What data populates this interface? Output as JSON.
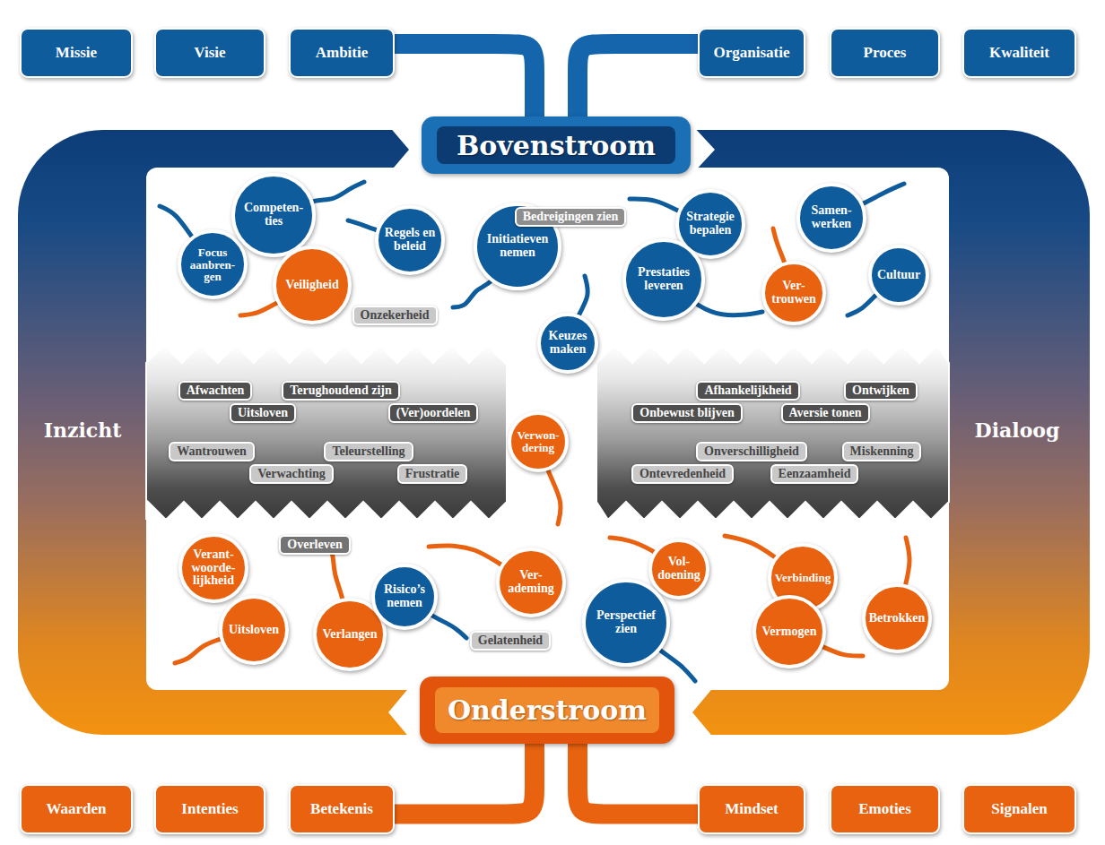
{
  "diagram": {
    "nodes": [
      {
        "text": [
          "Missie"
        ]
      },
      {
        "text": [
          "Visie"
        ]
      },
      {
        "text": [
          "Ambitie"
        ]
      },
      {
        "text": [
          "Organisatie"
        ]
      },
      {
        "text": [
          "Proces"
        ]
      },
      {
        "text": [
          "Kwaliteit"
        ]
      },
      {
        "text": [
          "Bovenstroom"
        ]
      },
      {
        "text": [
          "Inzicht",
          "Dialoog"
        ]
      },
      {
        "text": [
          "Focus aanbren- gen"
        ],
        "in": 7
      },
      {
        "text": [
          "Competen- ties"
        ],
        "in": 7
      },
      {
        "text": [
          "Veiligheid"
        ],
        "in": 7
      },
      {
        "text": [
          "Onzekerheid"
        ],
        "in": 7
      },
      {
        "text": [
          "Regels en beleid"
        ],
        "in": 7
      },
      {
        "text": [
          "Initiatieven nemen"
        ],
        "in": 7
      },
      {
        "text": [
          "Bedreigingen zien"
        ],
        "in": 7
      },
      {
        "text": [
          "Strategie bepalen"
        ],
        "in": 7
      },
      {
        "text": [
          "Prestaties leveren"
        ],
        "in": 7
      },
      {
        "text": [
          "Samen- werken"
        ],
        "in": 7
      },
      {
        "text": [
          "Ver- trouwen"
        ],
        "in": 7
      },
      {
        "text": [
          "Cultuur"
        ],
        "in": 7
      },
      {
        "text": [
          "Keuzes maken"
        ],
        "in": 7
      },
      {
        "text": [
          "Afwachten"
        ],
        "in": 7
      },
      {
        "text": [
          "Terughoudend zijn"
        ],
        "in": 7
      },
      {
        "text": [
          "Uitsloven"
        ],
        "in": 7
      },
      {
        "text": [
          "(Ver)oordelen"
        ],
        "in": 7
      },
      {
        "text": [
          "Wantrouwen"
        ],
        "in": 7
      },
      {
        "text": [
          "Teleurstelling"
        ],
        "in": 7
      },
      {
        "text": [
          "Verwachting"
        ],
        "in": 7
      },
      {
        "text": [
          "Frustratie"
        ],
        "in": 7
      },
      {
        "text": [
          "Afhankelijkheid"
        ],
        "in": 7
      },
      {
        "text": [
          "Ontwijken"
        ],
        "in": 7
      },
      {
        "text": [
          "Onbewust blijven"
        ],
        "in": 7
      },
      {
        "text": [
          "Aversie tonen"
        ],
        "in": 7
      },
      {
        "text": [
          "Onverschilligheid"
        ],
        "in": 7
      },
      {
        "text": [
          "Miskenning"
        ],
        "in": 7
      },
      {
        "text": [
          "Ontevredenheid"
        ],
        "in": 7
      },
      {
        "text": [
          "Eenzaamheid"
        ],
        "in": 7
      },
      {
        "text": [
          "Verwon- dering"
        ],
        "in": 7
      },
      {
        "text": [
          "Verant- woorde- lijkheid"
        ],
        "in": 7
      },
      {
        "text": [
          "Overleven"
        ],
        "in": 7
      },
      {
        "text": [
          "Uitsloven"
        ],
        "in": 7
      },
      {
        "text": [
          "Verlangen"
        ],
        "in": 7
      },
      {
        "text": [
          "Risico’s nemen"
        ],
        "in": 7
      },
      {
        "text": [
          "Gelatenheid"
        ],
        "in": 7
      },
      {
        "text": [
          "Ver- ademing"
        ],
        "in": 7
      },
      {
        "text": [
          "Vol- doening"
        ],
        "in": 7
      },
      {
        "text": [
          "Perspectief zien"
        ],
        "in": 7
      },
      {
        "text": [
          "Verbinding"
        ],
        "in": 7
      },
      {
        "text": [
          "Vermogen"
        ],
        "in": 7
      },
      {
        "text": [
          "Betrokken"
        ],
        "in": 7
      },
      {
        "text": [
          "Onderstroom"
        ]
      },
      {
        "text": [
          "Waarden"
        ]
      },
      {
        "text": [
          "Intenties"
        ]
      },
      {
        "text": [
          "Betekenis"
        ]
      },
      {
        "text": [
          "Mindset"
        ]
      },
      {
        "text": [
          "Emoties"
        ]
      },
      {
        "text": [
          "Signalen"
        ]
      }
    ],
    "edges": [
      {
        "from": 2,
        "to": 6,
        "arrow": "none"
      },
      {
        "from": 3,
        "to": 6,
        "arrow": "none"
      },
      {
        "from": 53,
        "to": 50,
        "arrow": "none"
      },
      {
        "from": 54,
        "to": 50,
        "arrow": "none"
      }
    ]
  }
}
